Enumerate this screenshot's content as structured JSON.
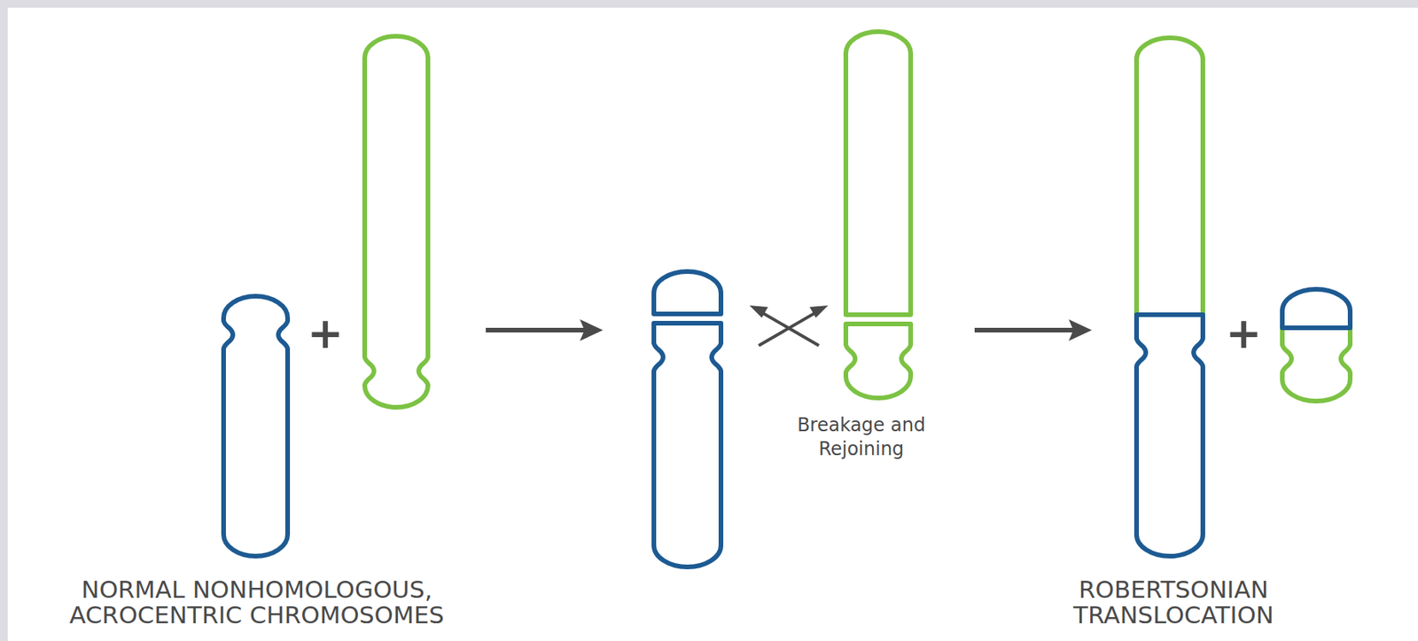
{
  "diagram": {
    "labels": [
      "+",
      "NORMAL NONHOMOLOGOUS, ACROCENTRIC CHROMOSOMES",
      "Breakage and Rejoining",
      "+",
      "ROBERTSONIAN TRANSLOCATION"
    ]
  }
}
